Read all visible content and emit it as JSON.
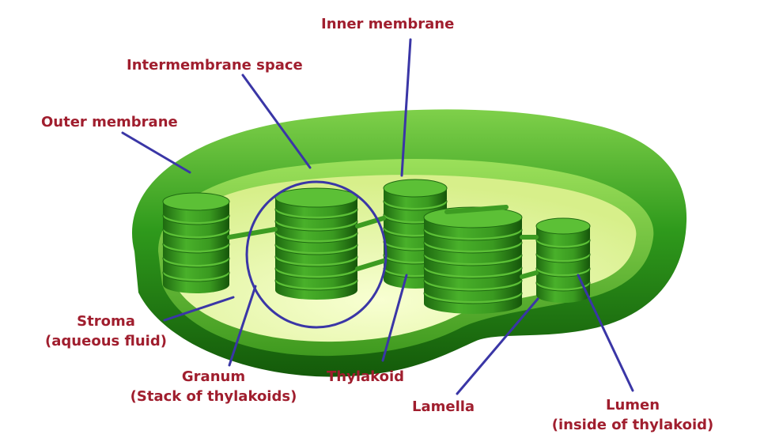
{
  "colors": {
    "label_text": "#a01e2e",
    "leader_line": "#3a36a6",
    "outer_membrane": "#2f9a1c",
    "inner_membrane": "#49b62a",
    "stroma": "#eef8b4",
    "thylakoid": "#3d9c22",
    "thylakoid_dark": "#1f6a12"
  },
  "labels": {
    "inner_membrane": "Inner membrane",
    "intermembrane_space": "Intermembrane space",
    "outer_membrane": "Outer membrane",
    "stroma": [
      "Stroma",
      "(aqueous fluid)"
    ],
    "granum": [
      "Granum",
      "(Stack of thylakoids)"
    ],
    "thylakoid": "Thylakoid",
    "lamella": "Lamella",
    "lumen": [
      "Lumen",
      "(inside of thylakoid)"
    ]
  }
}
